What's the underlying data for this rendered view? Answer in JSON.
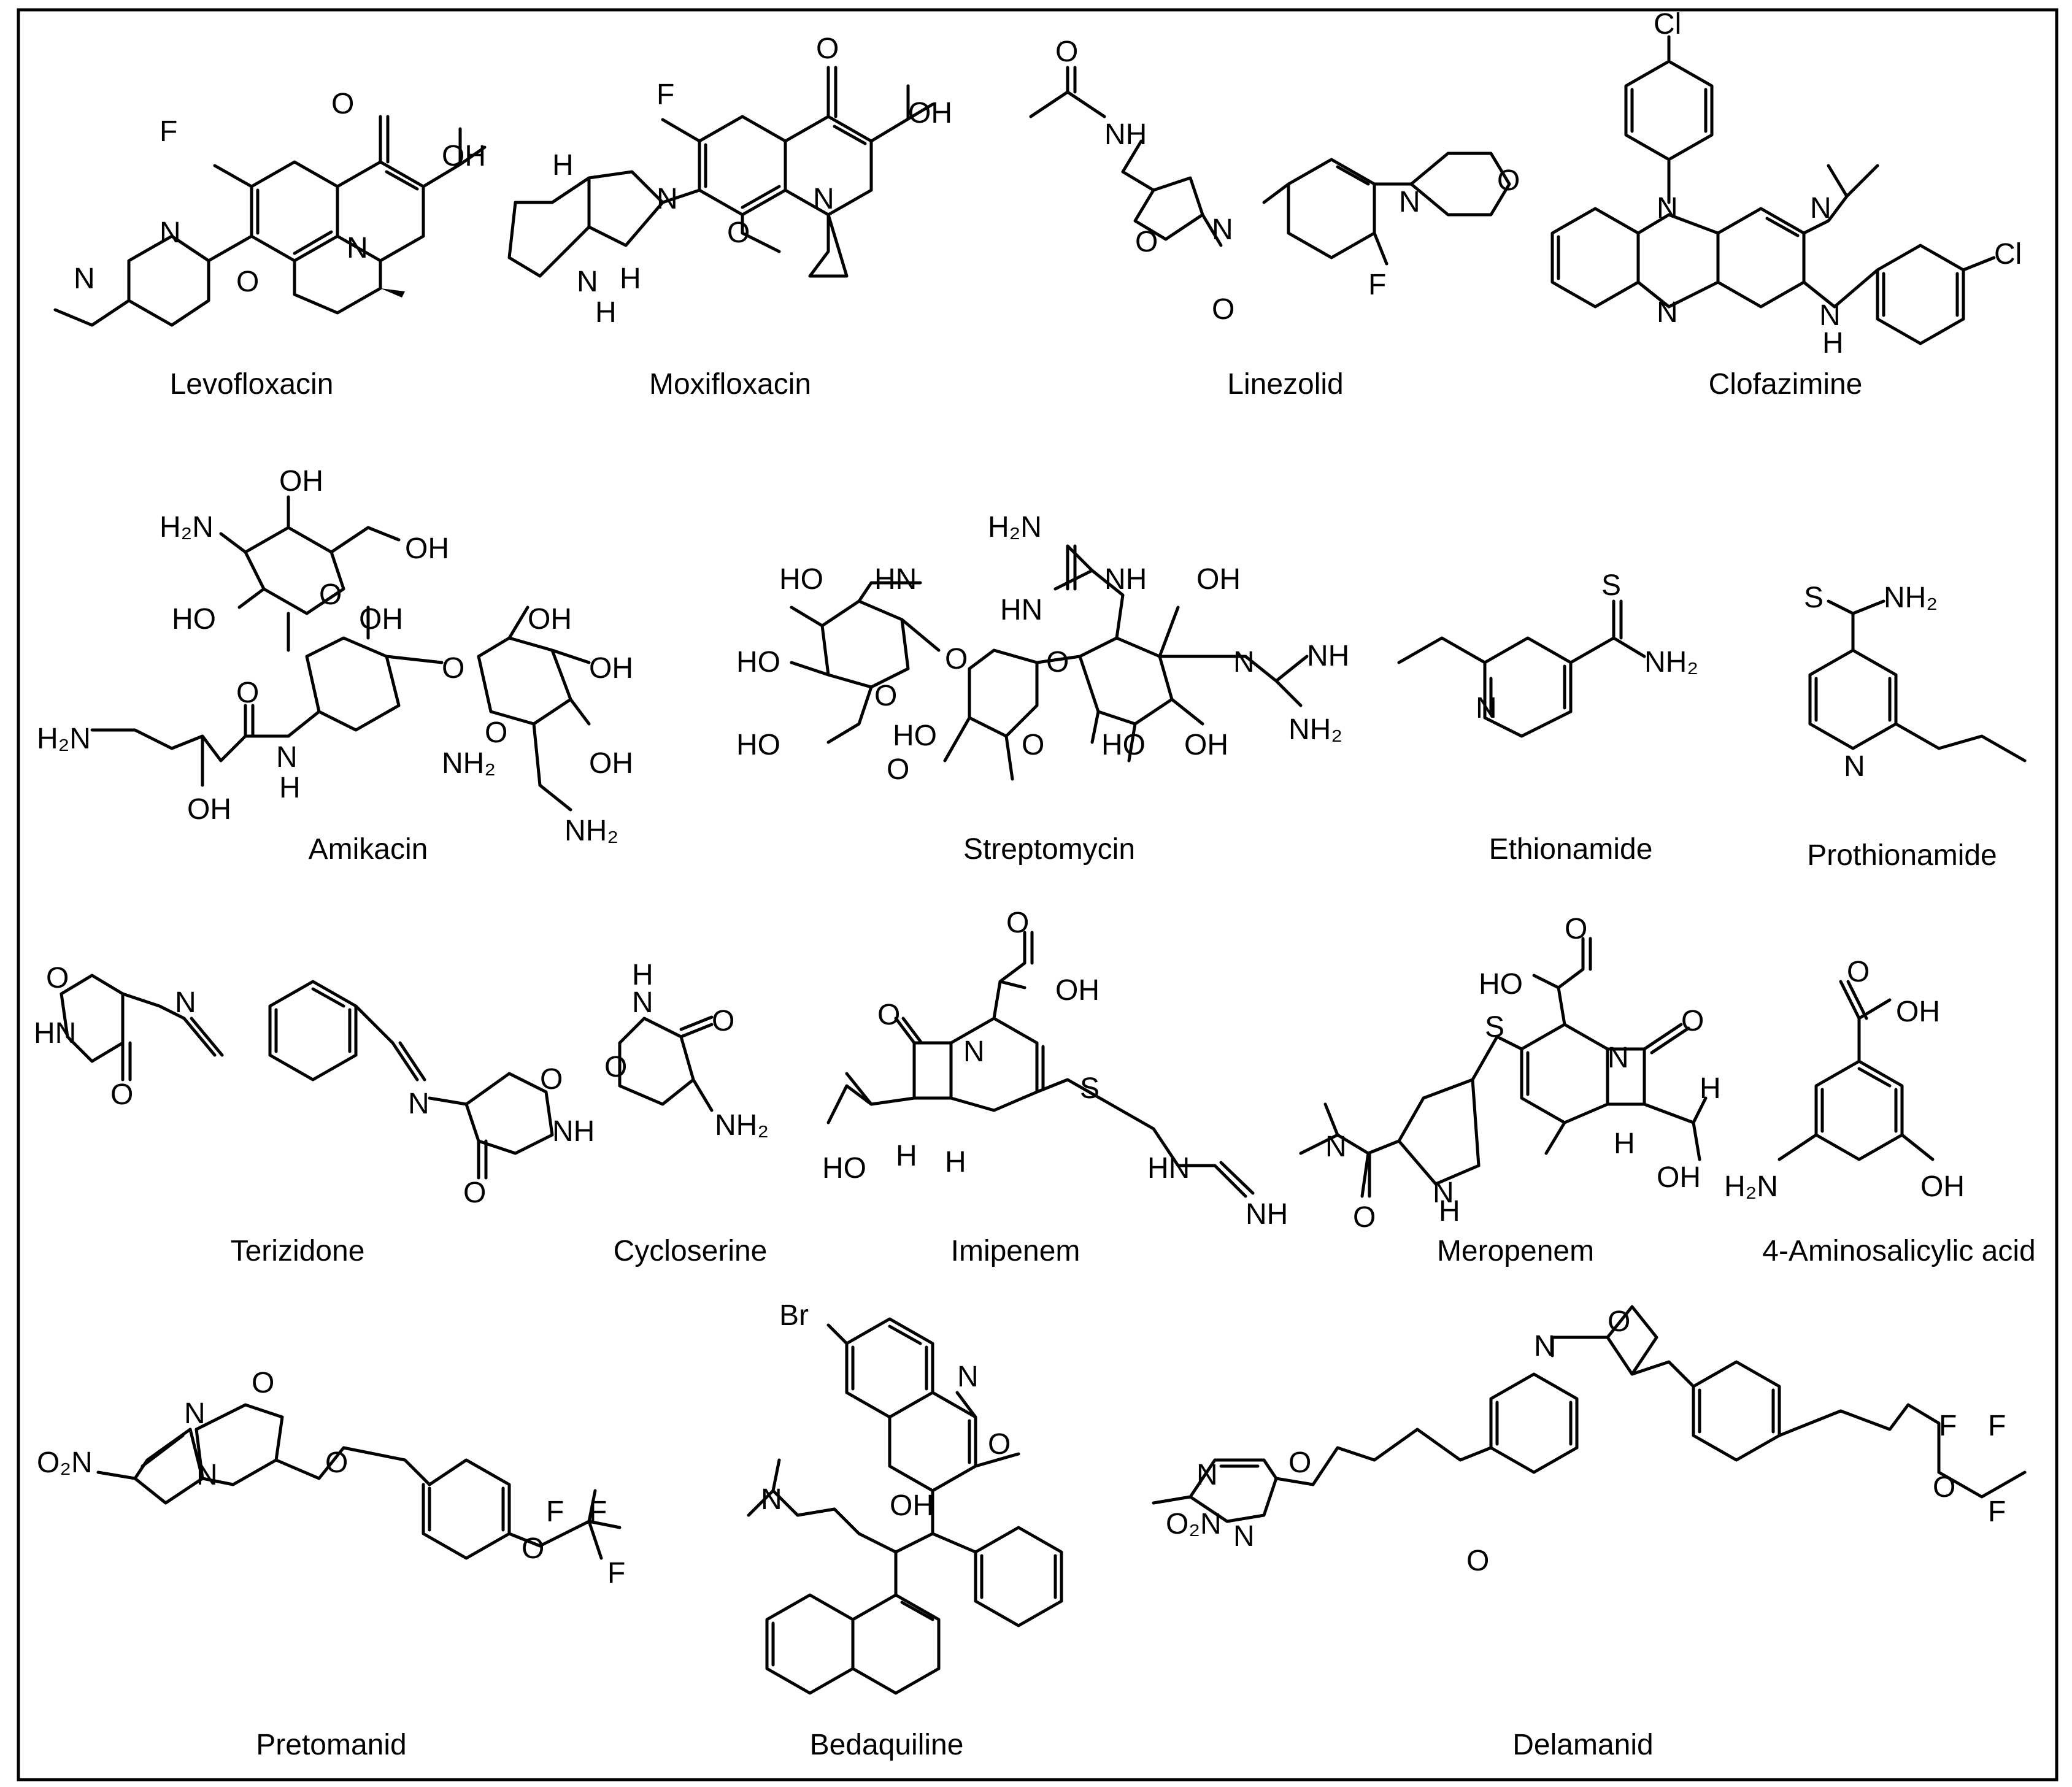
{
  "compounds": [
    {
      "name": "Levofloxacin"
    },
    {
      "name": "Moxifloxacin"
    },
    {
      "name": "Linezolid"
    },
    {
      "name": "Clofazimine"
    },
    {
      "name": "Amikacin"
    },
    {
      "name": "Streptomycin"
    },
    {
      "name": "Ethionamide"
    },
    {
      "name": "Prothionamide"
    },
    {
      "name": "Terizidone"
    },
    {
      "name": "Cycloserine"
    },
    {
      "name": "Imipenem"
    },
    {
      "name": "Meropenem"
    },
    {
      "name": "4-Aminosalicylic acid"
    },
    {
      "name": "Pretomanid"
    },
    {
      "name": "Bedaquiline"
    },
    {
      "name": "Delamanid"
    }
  ],
  "atoms": {
    "levo": [
      "F",
      "O",
      "OH",
      "N",
      "N",
      "O",
      "N"
    ],
    "moxi": [
      "F",
      "O",
      "OH",
      "N",
      "N",
      "H",
      "H",
      "N",
      "H",
      "O"
    ],
    "linez": [
      "O",
      "NH",
      "O",
      "N",
      "O",
      "N",
      "O",
      "F"
    ],
    "clofa": [
      "Cl",
      "N",
      "N",
      "N",
      "N",
      "H",
      "Cl"
    ],
    "amik": [
      "OH",
      "H₂N",
      "OH",
      "HO",
      "O",
      "OH",
      "OH",
      "O",
      "OH",
      "H₂N",
      "O",
      "N",
      "H",
      "OH",
      "NH₂",
      "O",
      "OH",
      "NH₂"
    ],
    "strep": [
      "H₂N",
      "HN",
      "NH",
      "OH",
      "HO",
      "HN",
      "HO",
      "O",
      "O",
      "O",
      "HO",
      "O",
      "HO",
      "O",
      "N",
      "NH",
      "NH₂",
      "HO",
      "OH"
    ],
    "ethion": [
      "S",
      "NH₂",
      "N"
    ],
    "prothion": [
      "S",
      "NH₂",
      "N"
    ],
    "teriz": [
      "O",
      "HN",
      "O",
      "N",
      "N",
      "O",
      "NH",
      "O"
    ],
    "cyclo": [
      "N",
      "H",
      "O",
      "O",
      "NH₂"
    ],
    "imip": [
      "O",
      "OH",
      "O",
      "N",
      "S",
      "HO",
      "H",
      "H",
      "HN",
      "NH"
    ],
    "merop": [
      "HO",
      "O",
      "S",
      "N",
      "O",
      "H",
      "N",
      "N",
      "O",
      "H",
      "H",
      "OH"
    ],
    "pas": [
      "O",
      "OH",
      "H₂N",
      "OH"
    ],
    "pret": [
      "N",
      "O",
      "O₂N",
      "N",
      "O",
      "O",
      "F",
      "F",
      "F"
    ],
    "bedaq": [
      "Br",
      "N",
      "O",
      "N",
      "OH"
    ],
    "delam": [
      "O",
      "N",
      "F",
      "F",
      "O",
      "F",
      "N",
      "O",
      "O₂N",
      "N",
      "O"
    ]
  }
}
